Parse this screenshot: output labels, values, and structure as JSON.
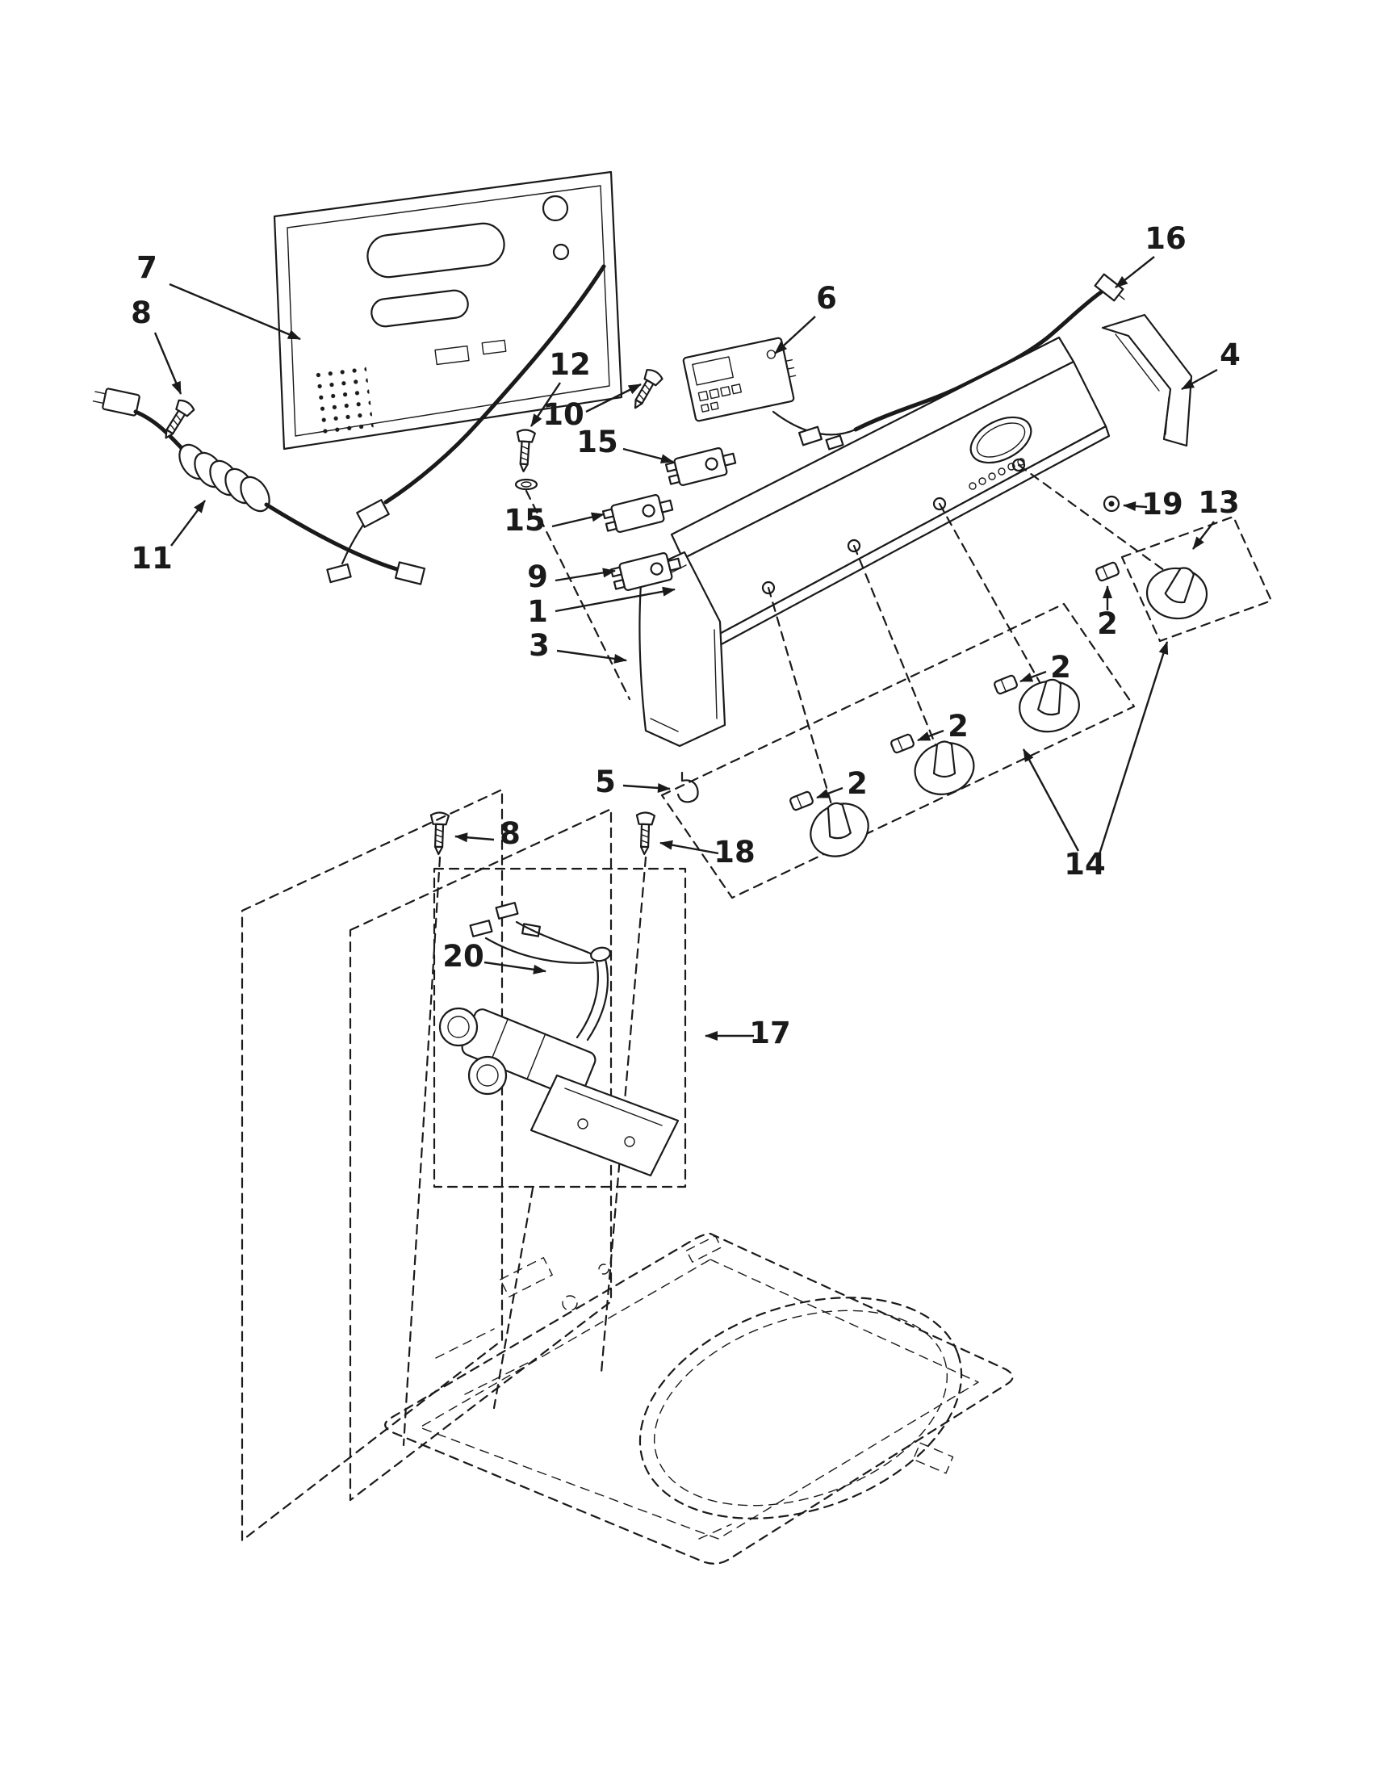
{
  "colors": {
    "ink": "#1a1a1a",
    "background": "#ffffff"
  },
  "diagram": {
    "labels": [
      {
        "text": "7"
      },
      {
        "text": "8"
      },
      {
        "text": "11"
      },
      {
        "text": "12"
      },
      {
        "text": "10"
      },
      {
        "text": "6"
      },
      {
        "text": "16"
      },
      {
        "text": "4"
      },
      {
        "text": "15"
      },
      {
        "text": "15"
      },
      {
        "text": "9"
      },
      {
        "text": "1"
      },
      {
        "text": "3"
      },
      {
        "text": "19"
      },
      {
        "text": "13"
      },
      {
        "text": "2"
      },
      {
        "text": "2"
      },
      {
        "text": "2"
      },
      {
        "text": "2"
      },
      {
        "text": "5"
      },
      {
        "text": "14"
      },
      {
        "text": "8"
      },
      {
        "text": "18"
      },
      {
        "text": "20"
      },
      {
        "text": "17"
      }
    ]
  }
}
